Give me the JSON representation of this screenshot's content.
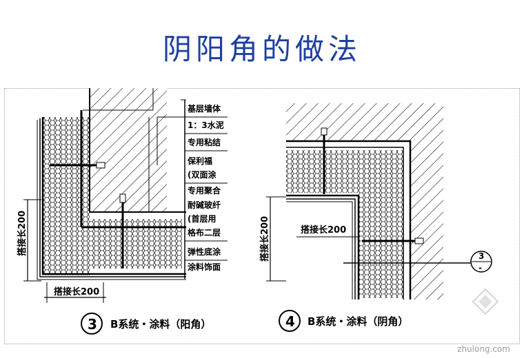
{
  "title": "阴阳角的做法",
  "left_detail": {
    "number": "3",
    "caption": "B系统・涂料（阳角）",
    "dim_vertical": "搭接长200",
    "dim_horizontal": "搭接长200",
    "legend": [
      "基层墙体",
      "1：3水泥",
      "专用粘结",
      "保利福",
      "(双面涂",
      "专用聚合",
      "耐碱玻纤",
      "(首层用",
      "格布二层",
      "弹性底涂",
      "涂料饰面"
    ]
  },
  "right_detail": {
    "number": "4",
    "caption": "B系统・涂料（阴角）",
    "dim_vertical": "搭接长200",
    "dim_label": "搭接长200",
    "ref_top": "3",
    "ref_bottom": "-"
  },
  "watermark": "zhulong.com"
}
